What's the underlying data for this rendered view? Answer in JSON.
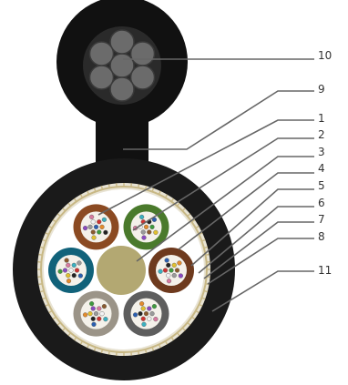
{
  "diagram": {
    "colors": {
      "jacket": "#111111",
      "jacket_dark": "#1a1a1a",
      "messenger_wire": "#6b6b6b",
      "central_member": "#b3a872",
      "tape_gold": "#c8b885",
      "callout_line": "#666666",
      "label_text": "#333333"
    },
    "tubes": [
      {
        "name": "brown-tube",
        "color": "#8b4a22"
      },
      {
        "name": "green-tube",
        "color": "#4a7a2c"
      },
      {
        "name": "orange-brown-tube",
        "color": "#6e3a1e"
      },
      {
        "name": "slate-tube",
        "color": "#5e5e5e"
      },
      {
        "name": "grey-tube",
        "color": "#9b9488"
      },
      {
        "name": "blue-tube",
        "color": "#11627a"
      }
    ],
    "fiber_colors": [
      "#2b5fb0",
      "#e38b2c",
      "#3e9a3e",
      "#8a5a2e",
      "#9a9a9a",
      "#f2f2f2",
      "#cc3333",
      "#222222",
      "#e0c030",
      "#8a4ac0",
      "#d87aa0",
      "#3ab0c0"
    ],
    "callouts": [
      {
        "label": "10"
      },
      {
        "label": "9"
      },
      {
        "label": "1"
      },
      {
        "label": "2"
      },
      {
        "label": "3"
      },
      {
        "label": "4"
      },
      {
        "label": "5"
      },
      {
        "label": "6"
      },
      {
        "label": "7"
      },
      {
        "label": "8"
      },
      {
        "label": "11"
      }
    ]
  }
}
